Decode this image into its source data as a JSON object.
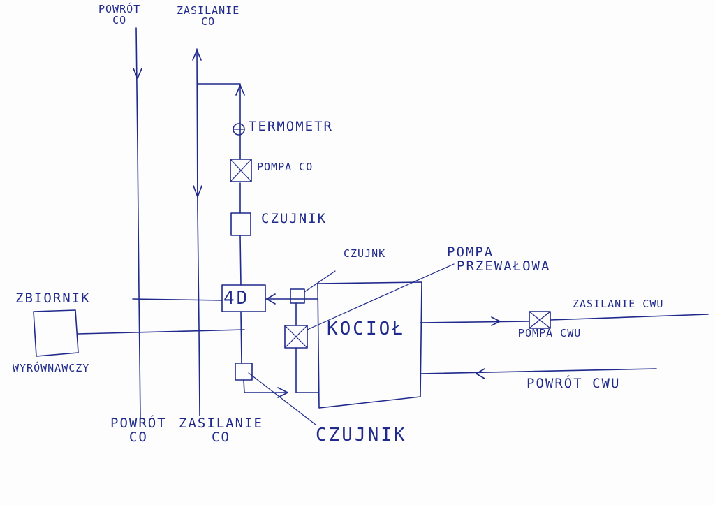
{
  "diagram": {
    "title_hint": "",
    "labels": {
      "powrot_co_top_1": "POWRÓT",
      "powrot_co_top_2": "CO",
      "zasilanie_co_top_1": "ZASILANIE",
      "zasilanie_co_top_2": "CO",
      "termometr": "TERMOMETR",
      "pompa_co": "POMPA CO",
      "czujnik_upper": "CZUJNIK",
      "czujnik_mid": "CZUJNK",
      "pompa_przewalowa_1": "POMPA",
      "pompa_przewalowa_2": "PRZEWAŁOWA",
      "zbiornik": "ZBIORNIK",
      "wyrownawczy": "WYRÓWNAWCZY",
      "zawor": "4D",
      "kociol": "KOCIOŁ",
      "zasilanie_cwu": "ZASILANIE CWU",
      "pompa_cwu": "POMPA CWU",
      "powrot_cwu": "POWRÓT CWU",
      "powrot_co_bottom_1": "POWRÓT",
      "powrot_co_bottom_2": "CO",
      "zasilanie_co_bottom_1": "ZASILANIE",
      "zasilanie_co_bottom_2": "CO",
      "czujnik_bottom": "CZUJNIK"
    },
    "ink_color": "#1f2a8c"
  }
}
